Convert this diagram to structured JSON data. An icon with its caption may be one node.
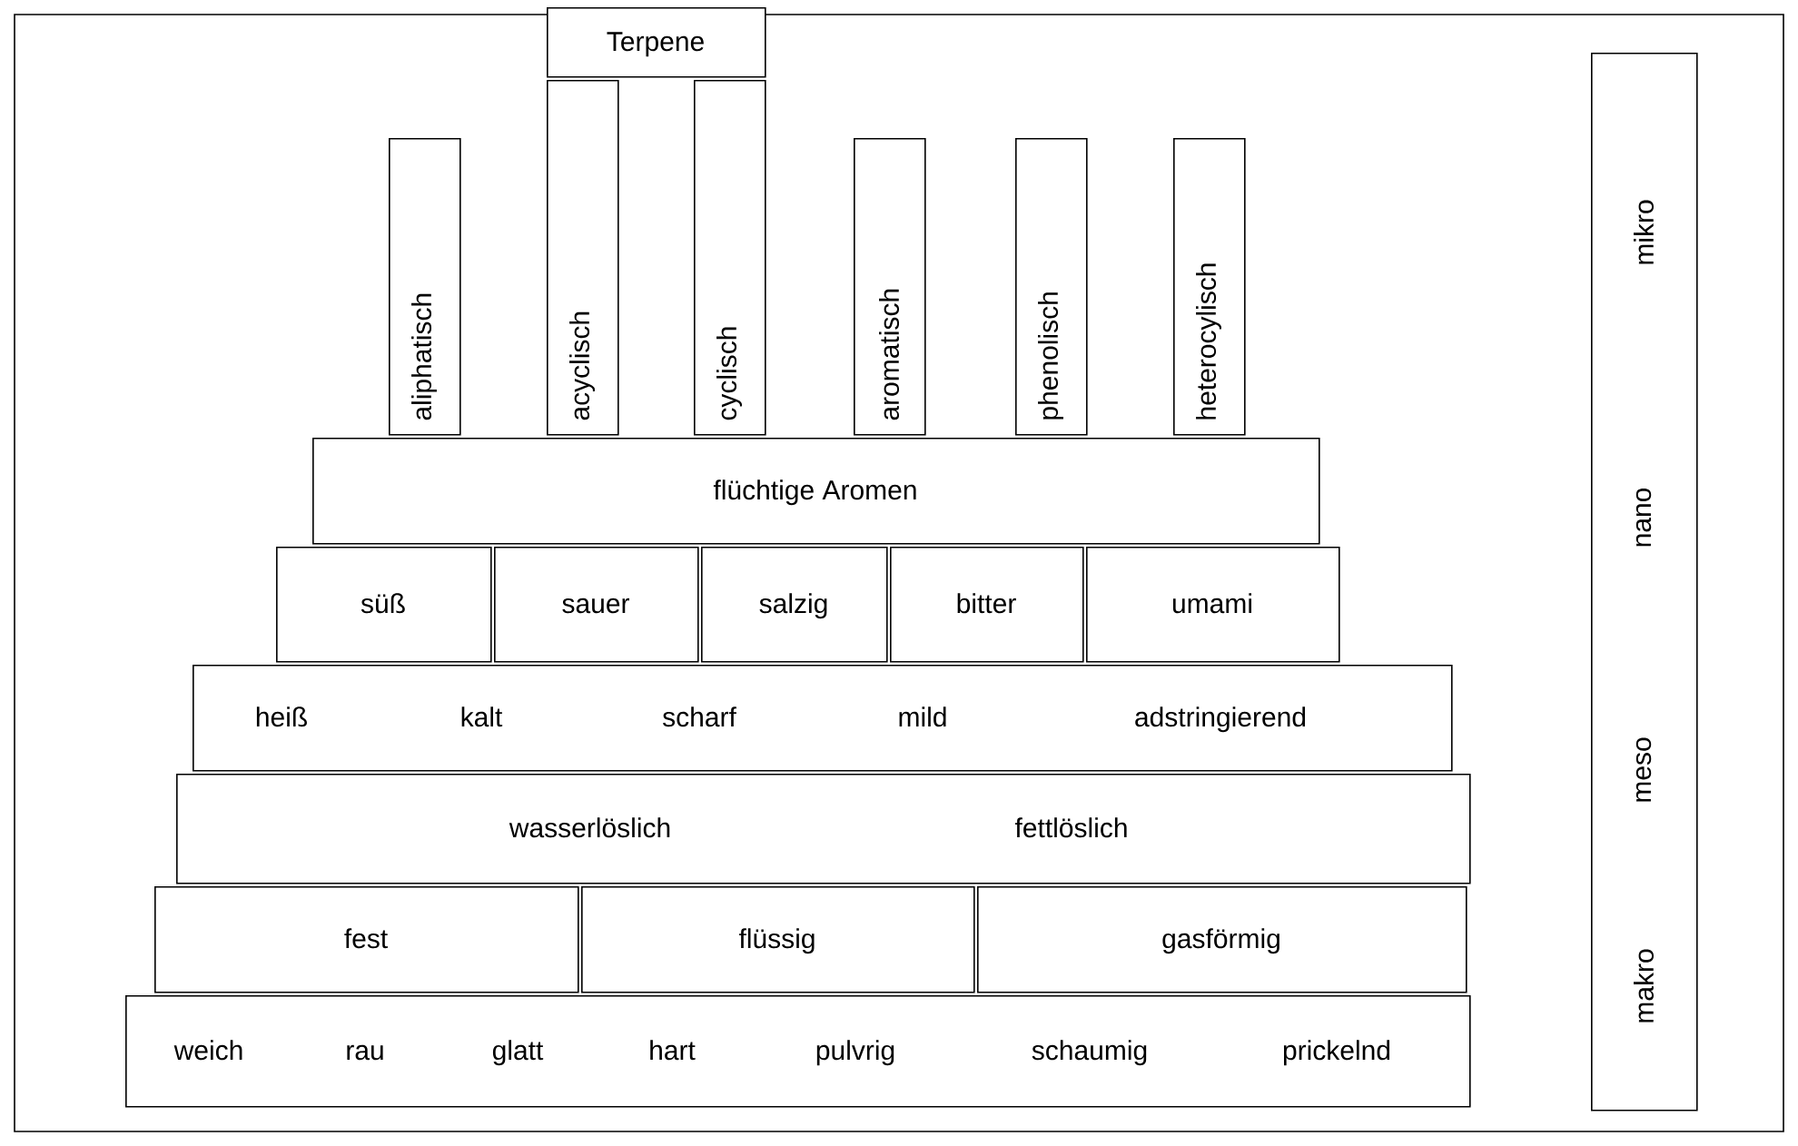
{
  "diagram": {
    "nodes": [
      {
        "text": [
          "Terpene"
        ]
      },
      {
        "text": [
          "aliphatisch"
        ]
      },
      {
        "text": [
          "acyclisch"
        ]
      },
      {
        "text": [
          "cyclisch"
        ]
      },
      {
        "text": [
          "aromatisch"
        ]
      },
      {
        "text": [
          "phenolisch"
        ]
      },
      {
        "text": [
          "heterocylisch"
        ]
      },
      {
        "text": [
          "flüchtige Aromen"
        ]
      },
      {
        "text": [
          "süß"
        ]
      },
      {
        "text": [
          "sauer"
        ]
      },
      {
        "text": [
          "salzig"
        ]
      },
      {
        "text": [
          "bitter"
        ]
      },
      {
        "text": [
          "umami"
        ]
      },
      {
        "text": [
          "heiß",
          "kalt",
          "scharf",
          "mild",
          "adstringierend"
        ]
      },
      {
        "text": [
          "wasserlöslich",
          "fettlöslich"
        ]
      },
      {
        "text": [
          "fest"
        ]
      },
      {
        "text": [
          "flüssig"
        ]
      },
      {
        "text": [
          "gasförmig"
        ]
      },
      {
        "text": [
          "weich",
          "rau",
          "glatt",
          "hart",
          "pulvrig",
          "schaumig",
          "prickelnd"
        ]
      },
      {
        "text": [
          "mikro",
          "nano",
          "meso",
          "makro"
        ]
      }
    ]
  }
}
